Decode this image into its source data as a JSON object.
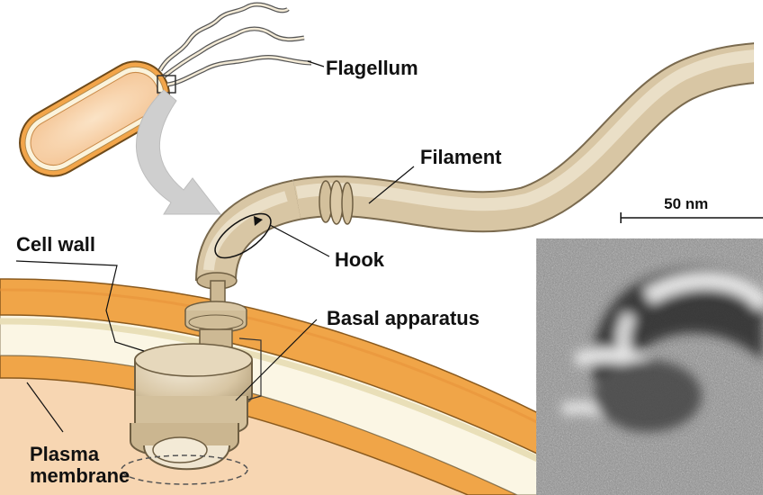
{
  "labels": {
    "flagellum": "Flagellum",
    "filament": "Filament",
    "hook": "Hook",
    "cell_wall": "Cell wall",
    "basal_apparatus": "Basal apparatus",
    "plasma_membrane_line1": "Plasma",
    "plasma_membrane_line2": "membrane",
    "scale_bar": "50 nm"
  },
  "colors": {
    "cell_wall_orange": "#f0a548",
    "membrane_cream": "#f5efd2",
    "cytoplasm": "#f7d6b2",
    "protein_tan": "#d8c6a4",
    "protein_light": "#ece1cb",
    "arrow_gray": "#c8c8c8"
  }
}
